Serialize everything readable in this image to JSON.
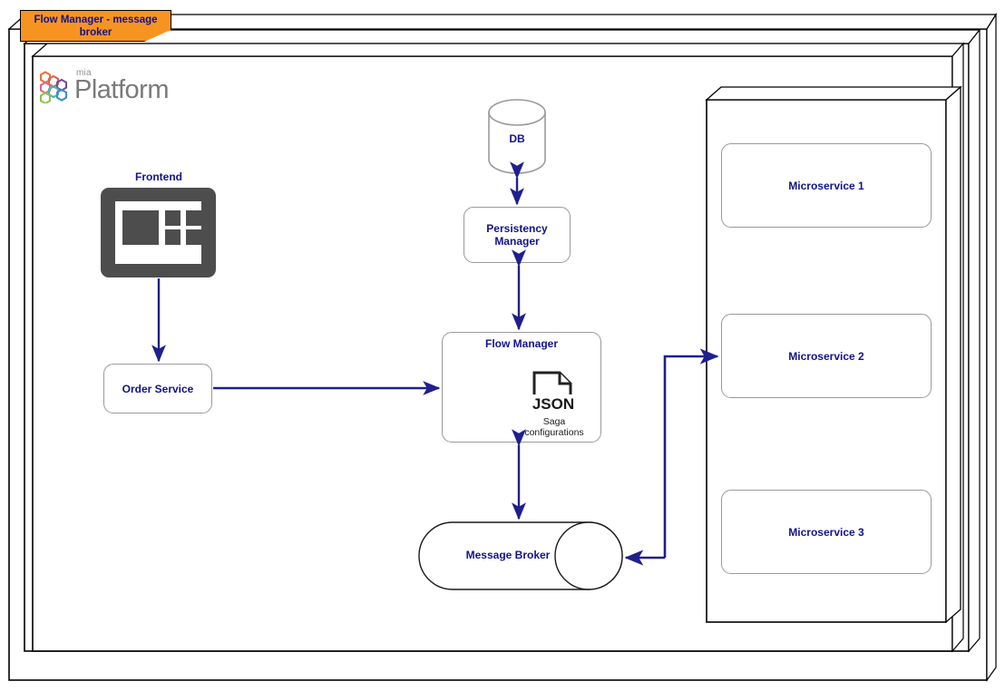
{
  "title_tab": {
    "label": "Flow Manager - message broker"
  },
  "logo": {
    "sub": "mia",
    "main": "Platform",
    "mark": "mia-platform-hexagons-icon",
    "colors": [
      "#e8743b",
      "#e05a5a",
      "#6f4fa0",
      "#3f8ecc",
      "#49b6a8",
      "#8bc34a"
    ]
  },
  "nodes": {
    "frontend": {
      "label": "Frontend",
      "icon": "monitor-icon"
    },
    "order_service": {
      "label": "Order Service"
    },
    "db": {
      "label": "DB"
    },
    "persistency_manager": {
      "label": "Persistency Manager"
    },
    "flow_manager": {
      "label": "Flow Manager",
      "icon": "json-file-icon",
      "icon_text": "JSON",
      "caption": "Saga configurations"
    },
    "message_broker": {
      "label": "Message Broker"
    },
    "microservices": [
      {
        "label": "Microservice 1"
      },
      {
        "label": "Microservice 2"
      },
      {
        "label": "Microservice 3"
      }
    ]
  },
  "edges": [
    {
      "from": "frontend",
      "to": "order_service",
      "direction": "one-way"
    },
    {
      "from": "order_service",
      "to": "flow_manager",
      "direction": "one-way"
    },
    {
      "from": "db",
      "to": "persistency_manager",
      "direction": "two-way"
    },
    {
      "from": "persistency_manager",
      "to": "flow_manager",
      "direction": "two-way"
    },
    {
      "from": "flow_manager",
      "to": "message_broker",
      "direction": "two-way"
    },
    {
      "from": "flow_manager",
      "to": "microservice_2",
      "direction": "one-way"
    },
    {
      "from": "microservice_2",
      "to": "message_broker",
      "direction": "one-way"
    }
  ],
  "colors": {
    "accent_orange": "#f79421",
    "text_navy": "#12128c",
    "arrow_navy": "#1f1f8f",
    "node_border_gray": "#9a9a9a",
    "monitor_gray": "#4d4d4d",
    "frame_black": "#000000"
  }
}
